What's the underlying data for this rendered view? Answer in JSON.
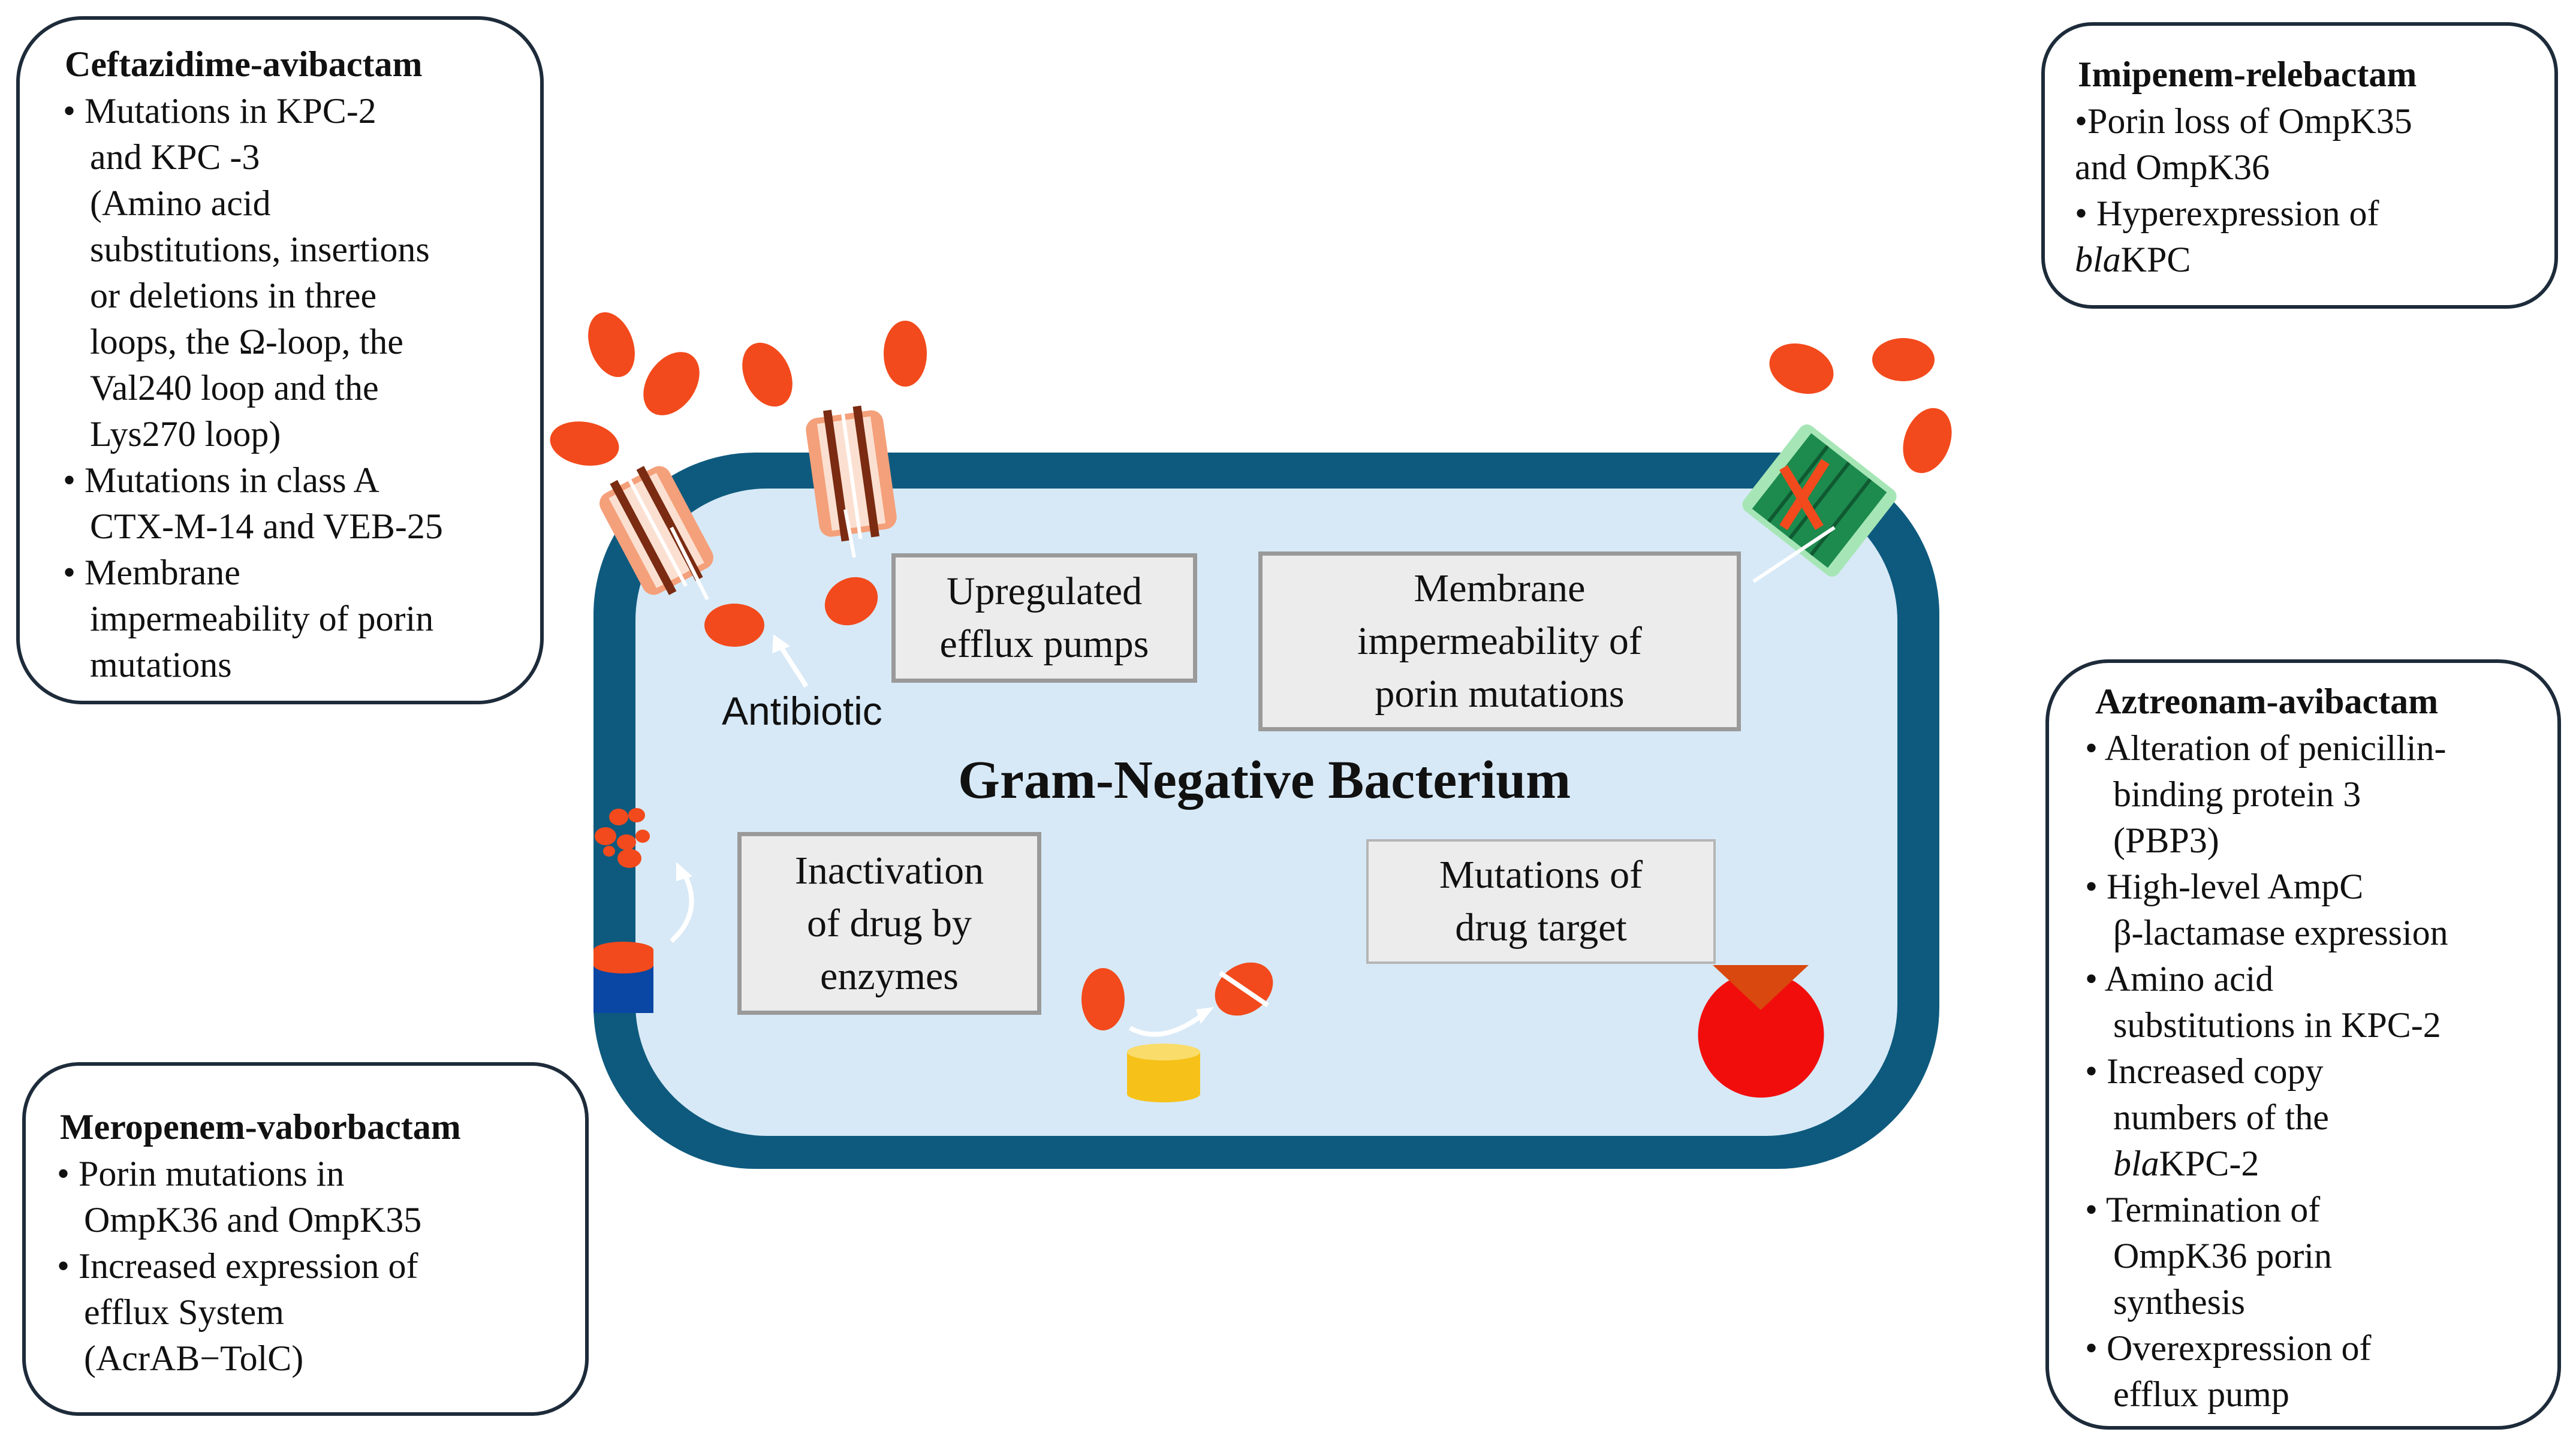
{
  "diagram": {
    "title": "Gram-Negative Bacterium",
    "antibiotic_label": "Antibiotic",
    "mechanisms": {
      "efflux": [
        "Upregulated",
        "efflux pumps"
      ],
      "porin": [
        "Membrane",
        "impermeability of",
        "porin mutations"
      ],
      "enzymes": [
        "Inactivation",
        "of drug by",
        "enzymes"
      ],
      "target": [
        "Mutations of",
        "drug target"
      ]
    },
    "colors": {
      "membrane": "#0e5a7e",
      "cytoplasm": "#d7e9f7",
      "antibiotic": "#f24a1c",
      "target": "#f20d0d",
      "enzyme": "#f6c21a",
      "porin_blocked": "#1d8a4e"
    }
  },
  "panels": {
    "ceftazidime": {
      "title": "Ceftazidime-avibactam",
      "lines": [
        "• Mutations in KPC-2",
        "and KPC -3",
        "(Amino acid",
        "substitutions, insertions",
        "or deletions in three",
        "loops, the Ω-loop, the",
        "Val240 loop and the",
        "Lys270 loop)",
        "• Mutations in class A",
        "CTX-M-14 and VEB-25",
        "• Membrane",
        "impermeability of porin",
        "mutations"
      ]
    },
    "imipenem": {
      "title": "Imipenem-relebactam",
      "lines": [
        "•Porin loss of OmpK35",
        "and OmpK36",
        "• Hyperexpression of",
        "blaKPC"
      ]
    },
    "meropenem": {
      "title": "Meropenem-vaborbactam",
      "lines": [
        "• Porin mutations in",
        "OmpK36 and OmpK35",
        "• Increased expression of",
        "efflux System",
        "(AcrAB−TolC)"
      ]
    },
    "aztreonam": {
      "title": "Aztreonam-avibactam",
      "lines": [
        "• Alteration of penicillin-",
        "binding protein 3",
        "(PBP3)",
        "• High-level AmpC",
        "β-lactamase expression",
        "•  Amino acid",
        "substitutions in KPC-2",
        "• Increased copy",
        "numbers of the",
        "blaKPC-2",
        "• Termination of",
        "OmpK36 porin",
        "synthesis",
        "• Overexpression of",
        "efflux pump"
      ]
    }
  }
}
